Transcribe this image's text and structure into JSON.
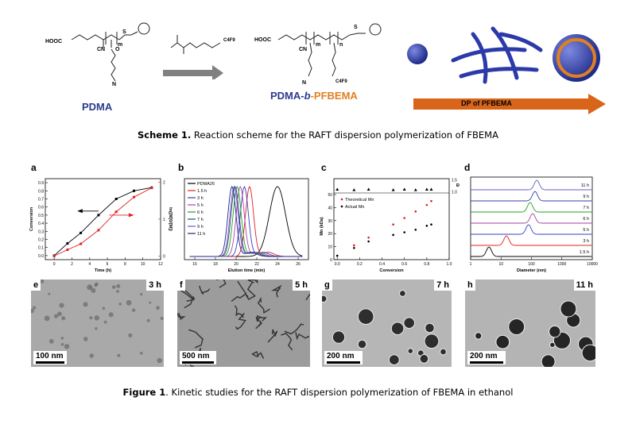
{
  "scheme": {
    "pdma_label": "PDMA",
    "pdma_b": "PDMA-",
    "pdma_b_italic": "b",
    "pdma_b_end": "-PFBEMA",
    "dp_label": "DP of PFBEMA",
    "caption_bold": "Scheme 1.",
    "caption_text": " Reaction scheme for the RAFT dispersion polymerization of FBEMA",
    "chem": {
      "hooc": "HOOC",
      "cn": "CN",
      "m": "m",
      "n": "n",
      "o": "O",
      "s": "S",
      "c4f9": "C4F9",
      "nme2": "N"
    },
    "colors": {
      "pdma": "#2b3a8f",
      "pfbema": "#e08020",
      "arrow": "#808080",
      "dp_arrow": "#d9651a"
    }
  },
  "figure": {
    "caption_bold": "Figure 1",
    "caption_text": ". Kinetic studies for the RAFT dispersion polymerization of FBEMA in ethanol",
    "panel_labels": [
      "a",
      "b",
      "c",
      "d",
      "e",
      "f",
      "g",
      "h"
    ],
    "tem": [
      {
        "time": "3 h",
        "scale": "100 nm"
      },
      {
        "time": "5 h",
        "scale": "500 nm"
      },
      {
        "time": "7 h",
        "scale": "200 nm"
      },
      {
        "time": "11 h",
        "scale": "200 nm"
      }
    ]
  },
  "chart_data": [
    {
      "panel": "a",
      "type": "line",
      "xlabel": "Time (h)",
      "ylabel": "Conversion",
      "y2label": "ln([M]0/[M])",
      "xlim": [
        -1,
        12
      ],
      "ylim": [
        -0.05,
        0.95
      ],
      "y2lim": [
        -0.1,
        2.1
      ],
      "xticks": [
        0,
        2,
        4,
        6,
        8,
        10,
        12
      ],
      "yticks": [
        0.0,
        0.1,
        0.2,
        0.3,
        0.4,
        0.5,
        0.6,
        0.7,
        0.8,
        0.9
      ],
      "y2ticks": [
        0,
        1,
        2
      ],
      "series": [
        {
          "axis": "left",
          "color": "#000000",
          "x": [
            0,
            1.5,
            3,
            5,
            7,
            9,
            11
          ],
          "values": [
            0.0,
            0.15,
            0.28,
            0.5,
            0.7,
            0.8,
            0.84
          ]
        },
        {
          "axis": "right",
          "color": "#e02020",
          "x": [
            0,
            1.5,
            3,
            5,
            7,
            9,
            11
          ],
          "values": [
            0.0,
            0.17,
            0.33,
            0.7,
            1.2,
            1.6,
            1.85
          ]
        }
      ]
    },
    {
      "panel": "b",
      "type": "line",
      "xlabel": "Elution time (min)",
      "xlim": [
        15,
        27
      ],
      "xticks": [
        16,
        18,
        20,
        22,
        24,
        26
      ],
      "legend": [
        "PDMA26",
        "1.5 h",
        "3 h",
        "5 h",
        "6 h",
        "7 h",
        "9 h",
        "11 h"
      ],
      "colors": [
        "#000000",
        "#e02020",
        "#3040c0",
        "#b040b0",
        "#20a020",
        "#205070",
        "#8050c0",
        "#202090"
      ],
      "peaks": [
        24.0,
        21.3,
        20.8,
        20.4,
        20.1,
        19.9,
        19.8,
        19.6
      ]
    },
    {
      "panel": "c",
      "type": "scatter",
      "xlabel": "Conversion",
      "ylabel": "Mn (kDa)",
      "y2label": "Đ",
      "xlim": [
        -0.03,
        1.0
      ],
      "xticks": [
        0.0,
        0.2,
        0.4,
        0.6,
        0.8,
        1.0
      ],
      "legend": [
        "Theoretical Mn",
        "Actual Mn"
      ],
      "series": [
        {
          "name": "Theoretical Mn",
          "color": "#e02020",
          "x": [
            0.0,
            0.15,
            0.28,
            0.5,
            0.6,
            0.7,
            0.8,
            0.84
          ],
          "values": [
            3,
            11,
            17,
            27,
            32,
            37,
            42,
            45
          ]
        },
        {
          "name": "Actual Mn",
          "color": "#000000",
          "x": [
            0.0,
            0.15,
            0.28,
            0.5,
            0.6,
            0.7,
            0.8,
            0.84
          ],
          "values": [
            3,
            9,
            14,
            19,
            21,
            23,
            26,
            27
          ]
        },
        {
          "name": "dispersity",
          "color": "#000000",
          "x": [
            0.0,
            0.15,
            0.28,
            0.5,
            0.6,
            0.7,
            0.8,
            0.84
          ],
          "values": [
            1.1,
            1.08,
            1.1,
            1.08,
            1.1,
            1.08,
            1.1,
            1.1
          ]
        }
      ]
    },
    {
      "panel": "d",
      "type": "line",
      "xlabel": "Diameter (nm)",
      "xscale": "log",
      "xticks": [
        "1",
        "10",
        "100",
        "1000",
        "10000"
      ],
      "labels": [
        "11 h",
        "9 h",
        "7 h",
        "6 h",
        "5 h",
        "3 h",
        "1.5 h"
      ],
      "colors": [
        "#6060c0",
        "#3040a0",
        "#20a020",
        "#a040a0",
        "#3040c0",
        "#e02020",
        "#000000"
      ],
      "peaks": [
        150,
        130,
        90,
        110,
        80,
        15,
        4
      ]
    }
  ]
}
